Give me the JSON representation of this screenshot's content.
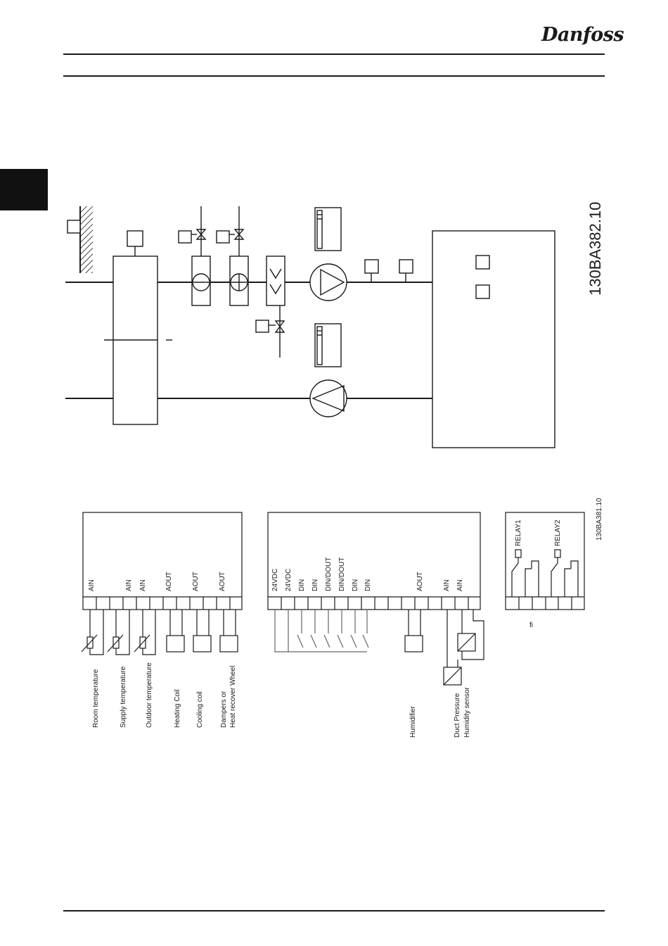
{
  "header": {
    "logo": "Danfoss"
  },
  "diagram_top": {
    "id": "130BA382.10"
  },
  "diagram_bottom": {
    "id": "130BA381.10",
    "panel1_terminals": [
      "AIN",
      "AIN",
      "AIN",
      "AOUT",
      "AOUT",
      "AOUT"
    ],
    "panel1_devices": [
      "Room temperature",
      "Supply temperature",
      "Outdoor temperature",
      "Heating Coil",
      "Cooling coil",
      "Dampers or",
      "Heat recover Wheel"
    ],
    "panel2_terminals": [
      "24VDC",
      "24VDC",
      "DIN",
      "DIN",
      "DIN/DOUT",
      "DIN/DOUT",
      "DIN",
      "DIN",
      "AOUT",
      "AIN",
      "AIN"
    ],
    "panel2_devices": [
      "Humidifier",
      "Duct Pressure",
      "Humidity sensor"
    ],
    "panel3_relays": [
      "RELAY1",
      "RELAY2"
    ],
    "stray_glyph": "fi"
  },
  "colors": {
    "line": "#1a1a1a",
    "wire": "#555555"
  }
}
